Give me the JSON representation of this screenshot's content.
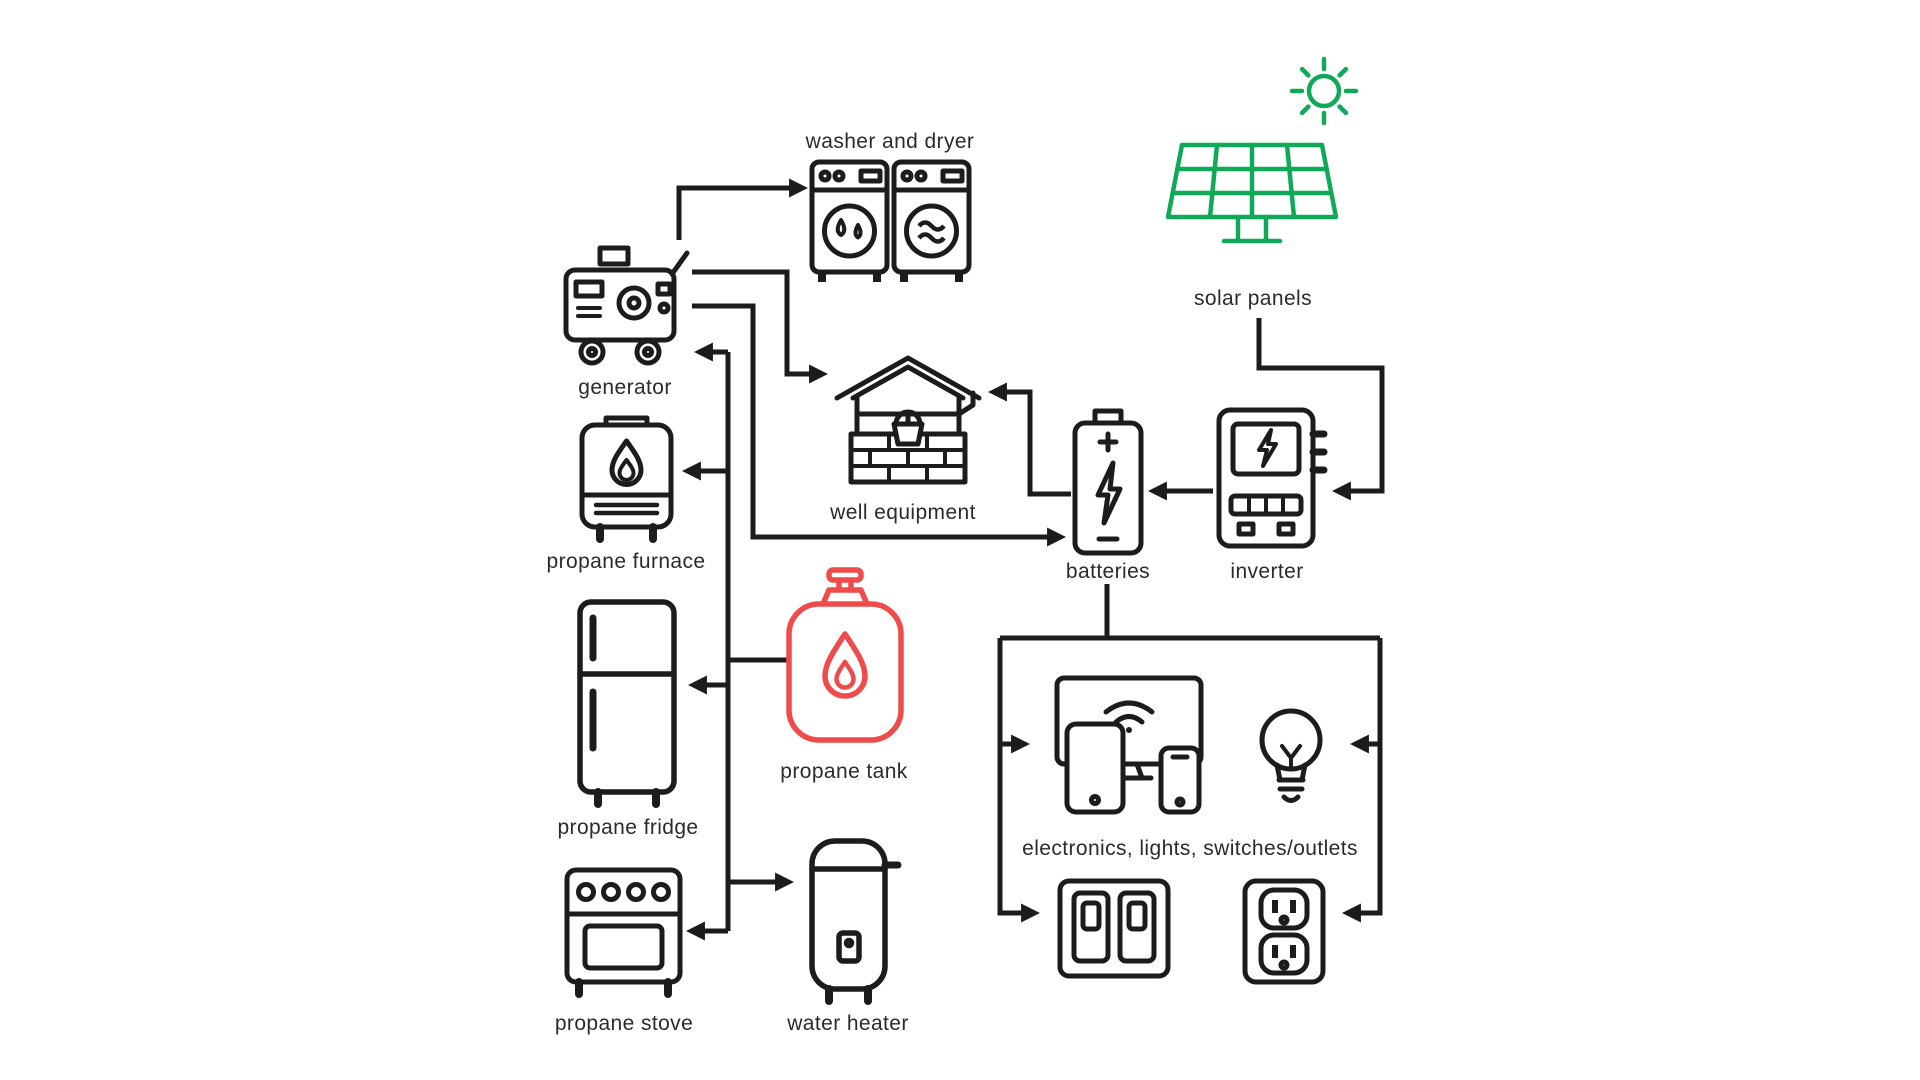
{
  "colors": {
    "line": "#1c1c1c",
    "solar_green": "#0fa958",
    "propane_red": "#ef4b4b",
    "background": "#ffffff"
  },
  "labels": {
    "washer": "washer and dryer",
    "solar": "solar panels",
    "generator": "generator",
    "well": "well equipment",
    "batteries": "batteries",
    "inverter": "inverter",
    "furnace": "propane furnace",
    "tank": "propane tank",
    "fridge": "propane fridge",
    "electronics": "electronics, lights, switches/outlets",
    "stove": "propane stove",
    "water_heater": "water heater"
  },
  "edges": [
    {
      "from": "generator",
      "to": "washer and dryer"
    },
    {
      "from": "generator",
      "to": "well equipment"
    },
    {
      "from": "generator",
      "to": "batteries"
    },
    {
      "from": "solar panels",
      "to": "inverter"
    },
    {
      "from": "inverter",
      "to": "batteries"
    },
    {
      "from": "batteries",
      "to": "well equipment"
    },
    {
      "from": "batteries",
      "to": "electronics, lights, switches/outlets"
    },
    {
      "from": "propane tank",
      "to": "generator"
    },
    {
      "from": "propane tank",
      "to": "propane furnace"
    },
    {
      "from": "propane tank",
      "to": "propane fridge"
    },
    {
      "from": "propane tank",
      "to": "propane stove"
    },
    {
      "from": "propane tank",
      "to": "water heater"
    }
  ]
}
